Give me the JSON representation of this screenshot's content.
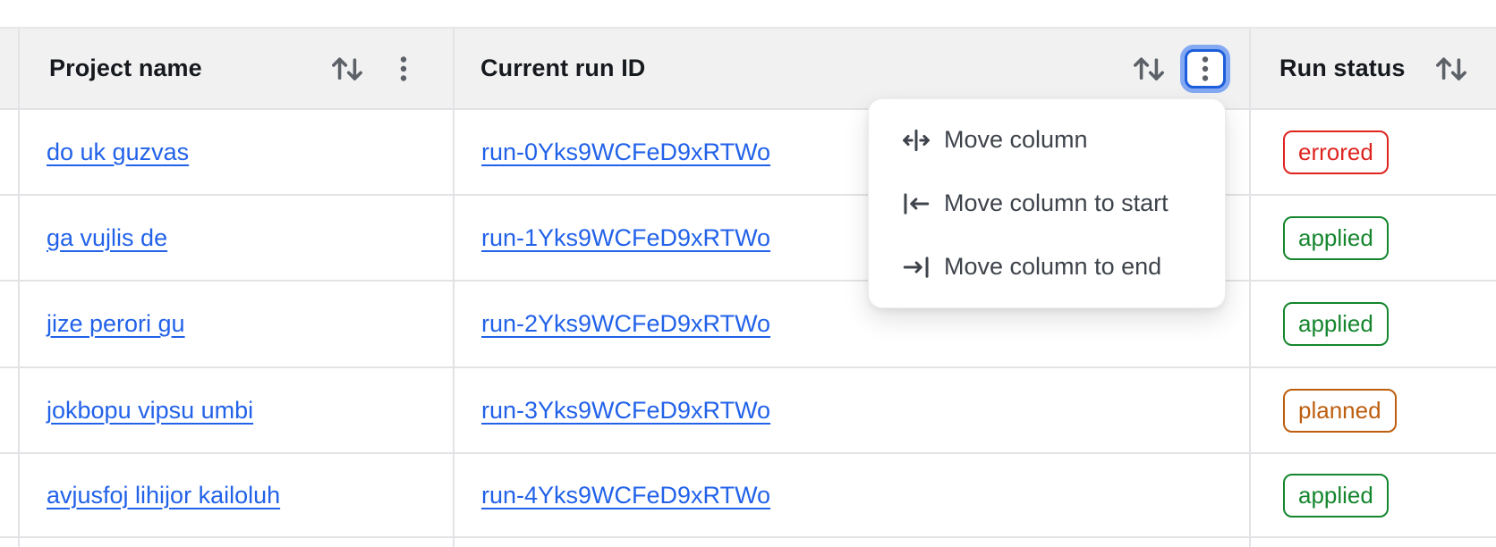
{
  "header": {
    "columns": [
      {
        "label": "Project name"
      },
      {
        "label": "Current run ID"
      },
      {
        "label": "Run status"
      }
    ]
  },
  "rows": [
    {
      "project": "do uk guzvas",
      "run_id": "run-0Yks9WCFeD9xRTWo",
      "status": "errored"
    },
    {
      "project": "ga vujlis de",
      "run_id": "run-1Yks9WCFeD9xRTWo",
      "status": "applied"
    },
    {
      "project": "jize perori gu",
      "run_id": "run-2Yks9WCFeD9xRTWo",
      "status": "applied"
    },
    {
      "project": "jokbopu vipsu umbi",
      "run_id": "run-3Yks9WCFeD9xRTWo",
      "status": "planned"
    },
    {
      "project": "avjusfoj lihijor kailoluh",
      "run_id": "run-4Yks9WCFeD9xRTWo",
      "status": "applied"
    }
  ],
  "menu": {
    "items": [
      {
        "label": "Move column",
        "icon": "move-column-icon"
      },
      {
        "label": "Move column to start",
        "icon": "move-column-to-start-icon"
      },
      {
        "label": "Move column to end",
        "icon": "move-column-to-end-icon"
      }
    ]
  },
  "icons": {
    "sort": "sort-arrows-icon",
    "kebab": "kebab-menu-icon"
  },
  "colors": {
    "link_blue": "#2262e9",
    "status_errored": "#df241f",
    "status_applied": "#15862e",
    "status_planned": "#bd5e0e",
    "focus_ring_outer": "#84a9f3",
    "focus_ring_border": "#1d5edb",
    "header_background": "#f1f1f2",
    "grid_border": "#e3e3e6",
    "icon_gray": "#5c6168"
  }
}
